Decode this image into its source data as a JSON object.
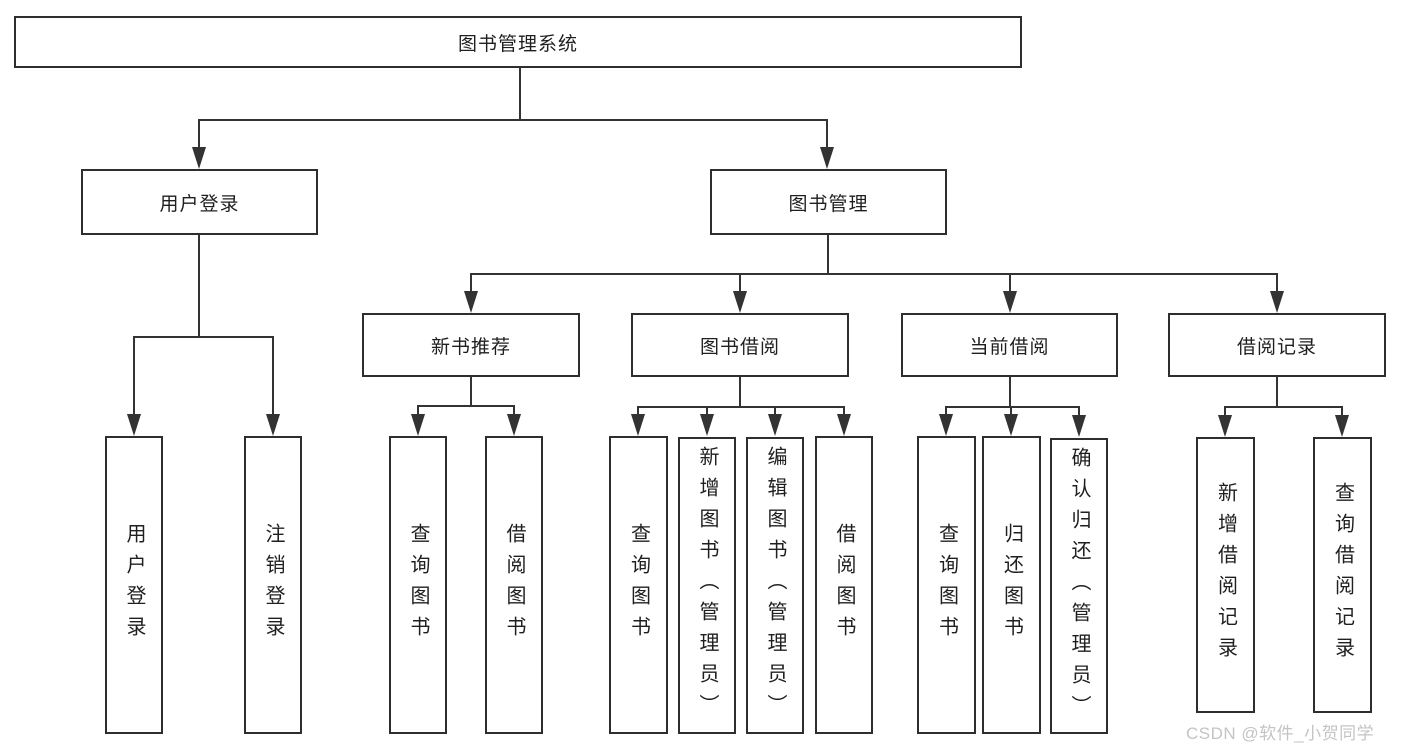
{
  "root": {
    "label": "图书管理系统"
  },
  "level2": {
    "user_login": {
      "label": "用户登录"
    },
    "book_management": {
      "label": "图书管理"
    }
  },
  "level3": {
    "new_book_recommendation": {
      "label": "新书推荐"
    },
    "book_borrowing": {
      "label": "图书借阅"
    },
    "current_borrowing": {
      "label": "当前借阅"
    },
    "borrowing_records": {
      "label": "借阅记录"
    }
  },
  "leaves": {
    "user_login": [
      {
        "label": "用户登录"
      },
      {
        "label": "注销登录"
      }
    ],
    "new_book_recommendation": [
      {
        "label": "查询图书"
      },
      {
        "label": "借阅图书"
      }
    ],
    "book_borrowing": [
      {
        "label": "查询图书"
      },
      {
        "label": "新增图书（管理员）"
      },
      {
        "label": "编辑图书（管理员）"
      },
      {
        "label": "借阅图书"
      }
    ],
    "current_borrowing": [
      {
        "label": "查询图书"
      },
      {
        "label": "归还图书"
      },
      {
        "label": "确认归还（管理员）"
      }
    ],
    "borrowing_records": [
      {
        "label": "新增借阅记录"
      },
      {
        "label": "查询借阅记录"
      }
    ]
  },
  "watermark": {
    "text": "CSDN @软件_小贺同学"
  },
  "colors": {
    "line": "#333333",
    "box_border": "#2e2e2e",
    "text": "#1f1f1f",
    "background": "#ffffff",
    "watermark": "#c4c4c4"
  }
}
